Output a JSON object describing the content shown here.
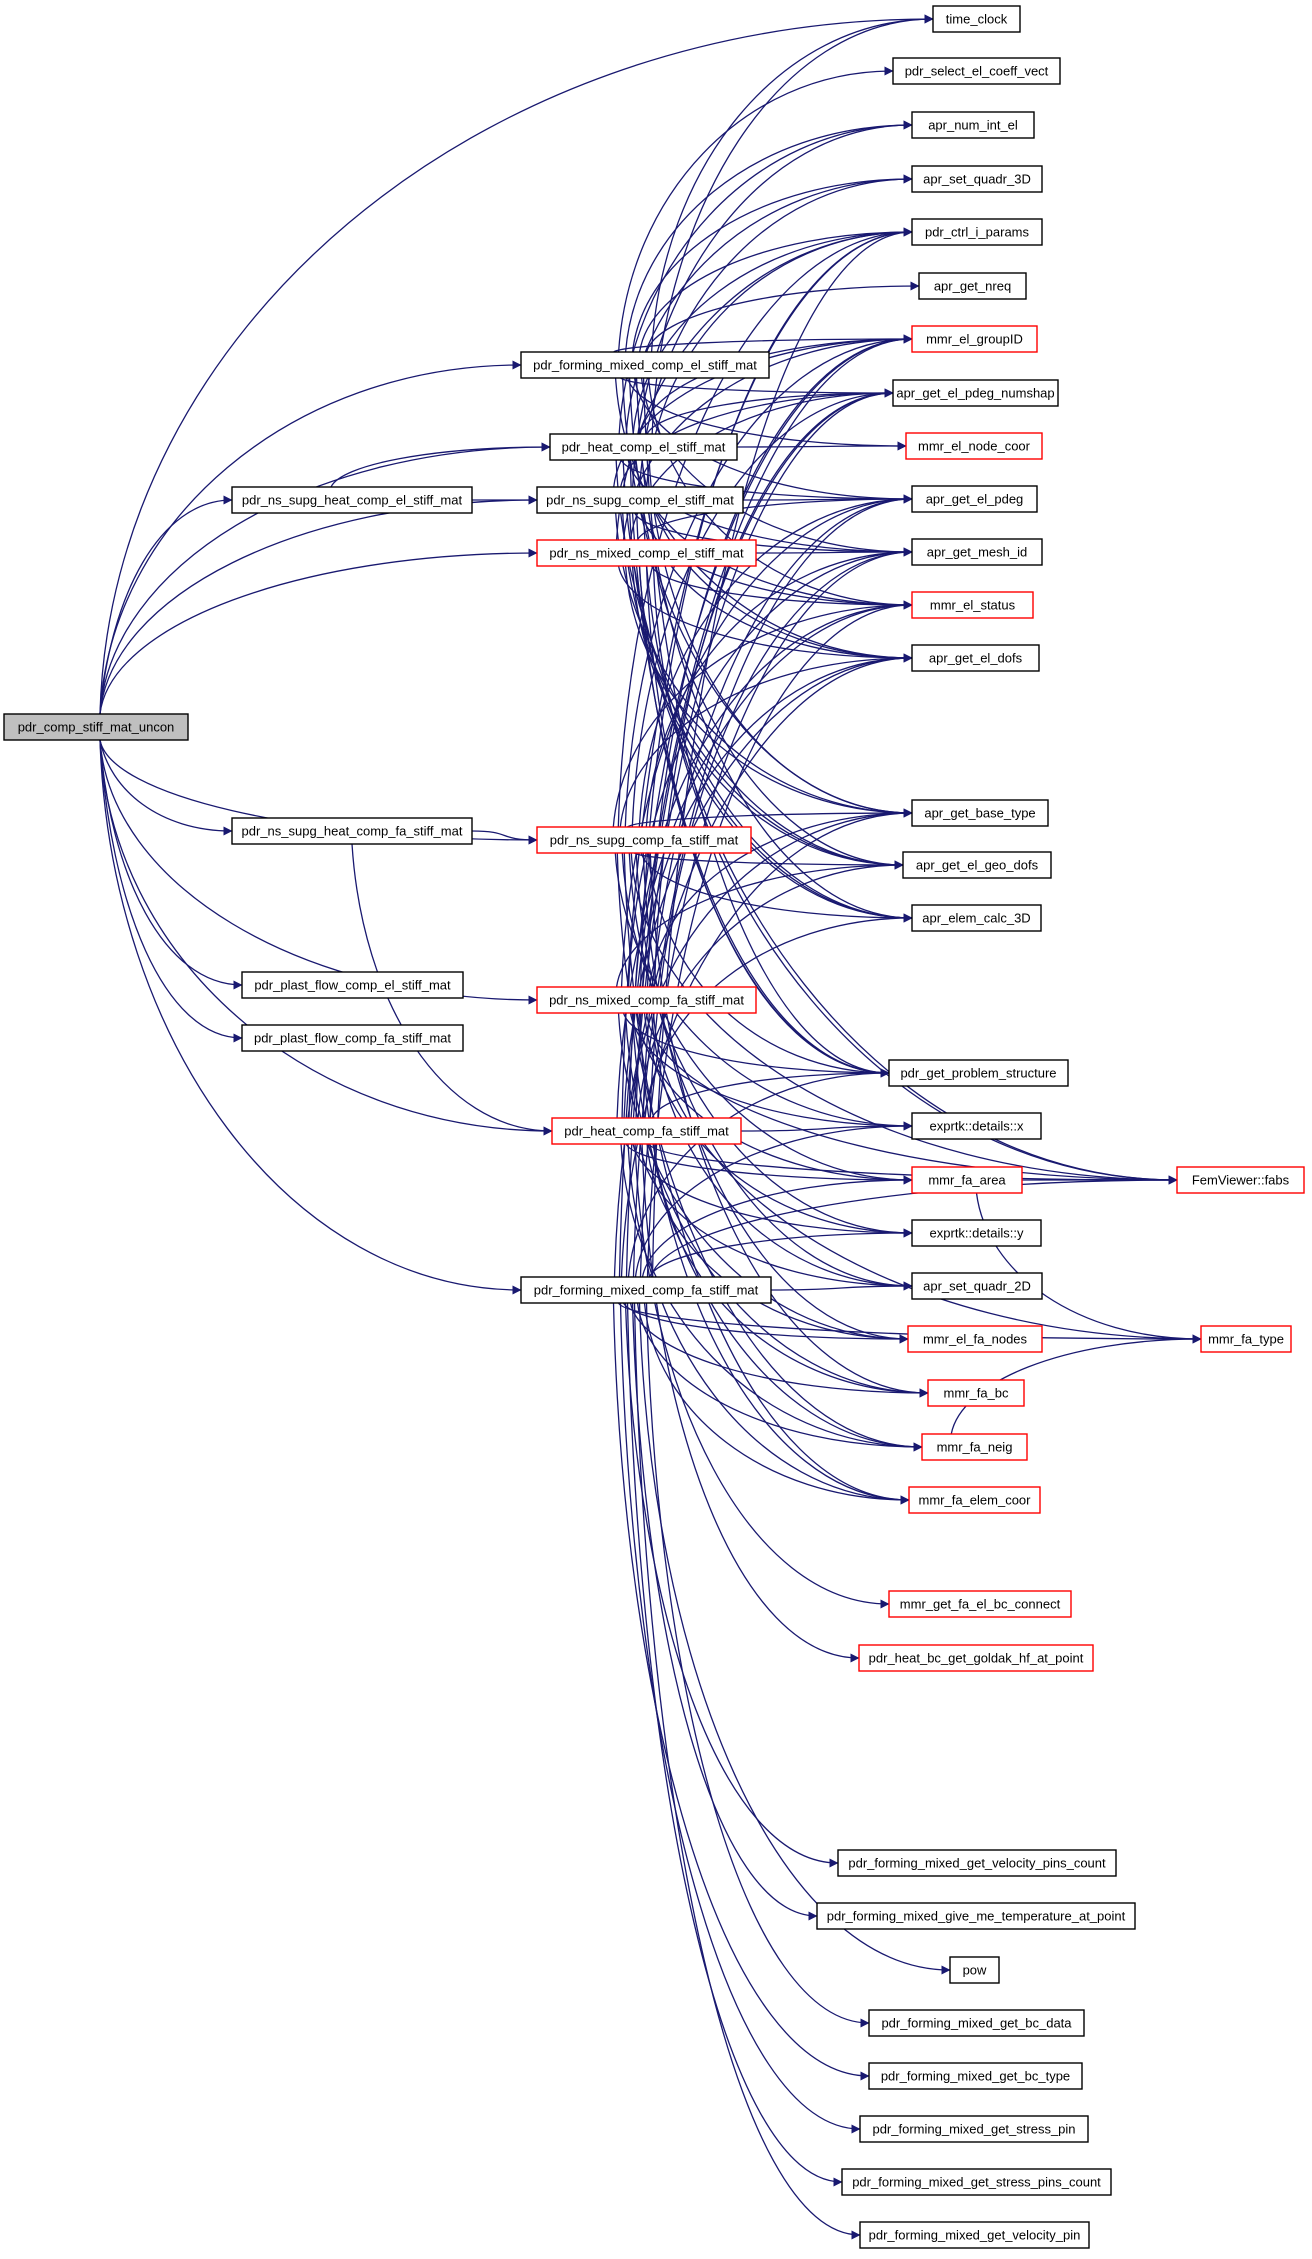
{
  "graph": {
    "edge_color": "#191970",
    "root_fill": "#bfbfbf",
    "link_border_color": "#000000",
    "truncated_border_color": "#ff0000",
    "nodes": [
      {
        "id": "root",
        "label": "pdr_comp_stiff_mat_uncon",
        "kind": "root"
      },
      {
        "id": "forming_el",
        "label": "pdr_forming_mixed_comp_el_stiff_mat",
        "kind": "normal"
      },
      {
        "id": "heat_el",
        "label": "pdr_heat_comp_el_stiff_mat",
        "kind": "normal"
      },
      {
        "id": "ns_supg_heat_el",
        "label": "pdr_ns_supg_heat_comp_el_stiff_mat",
        "kind": "normal"
      },
      {
        "id": "ns_supg_el",
        "label": "pdr_ns_supg_comp_el_stiff_mat",
        "kind": "normal"
      },
      {
        "id": "ns_mixed_el",
        "label": "pdr_ns_mixed_comp_el_stiff_mat",
        "kind": "truncated"
      },
      {
        "id": "ns_supg_heat_fa",
        "label": "pdr_ns_supg_heat_comp_fa_stiff_mat",
        "kind": "normal"
      },
      {
        "id": "ns_supg_fa",
        "label": "pdr_ns_supg_comp_fa_stiff_mat",
        "kind": "truncated"
      },
      {
        "id": "plast_el",
        "label": "pdr_plast_flow_comp_el_stiff_mat",
        "kind": "normal"
      },
      {
        "id": "plast_fa",
        "label": "pdr_plast_flow_comp_fa_stiff_mat",
        "kind": "normal"
      },
      {
        "id": "ns_mixed_fa",
        "label": "pdr_ns_mixed_comp_fa_stiff_mat",
        "kind": "truncated"
      },
      {
        "id": "heat_fa",
        "label": "pdr_heat_comp_fa_stiff_mat",
        "kind": "truncated"
      },
      {
        "id": "forming_fa",
        "label": "pdr_forming_mixed_comp_fa_stiff_mat",
        "kind": "normal"
      },
      {
        "id": "time_clock",
        "label": "time_clock",
        "kind": "normal"
      },
      {
        "id": "select_coeff",
        "label": "pdr_select_el_coeff_vect",
        "kind": "normal"
      },
      {
        "id": "num_int_el",
        "label": "apr_num_int_el",
        "kind": "normal"
      },
      {
        "id": "set_quadr_3d",
        "label": "apr_set_quadr_3D",
        "kind": "normal"
      },
      {
        "id": "ctrl_i_params",
        "label": "pdr_ctrl_i_params",
        "kind": "normal"
      },
      {
        "id": "get_nreq",
        "label": "apr_get_nreq",
        "kind": "normal"
      },
      {
        "id": "el_groupid",
        "label": "mmr_el_groupID",
        "kind": "truncated"
      },
      {
        "id": "pdeg_numshap",
        "label": "apr_get_el_pdeg_numshap",
        "kind": "normal"
      },
      {
        "id": "el_node_coor",
        "label": "mmr_el_node_coor",
        "kind": "truncated"
      },
      {
        "id": "get_el_pdeg",
        "label": "apr_get_el_pdeg",
        "kind": "normal"
      },
      {
        "id": "get_mesh_id",
        "label": "apr_get_mesh_id",
        "kind": "normal"
      },
      {
        "id": "el_status",
        "label": "mmr_el_status",
        "kind": "truncated"
      },
      {
        "id": "get_el_dofs",
        "label": "apr_get_el_dofs",
        "kind": "normal"
      },
      {
        "id": "base_type",
        "label": "apr_get_base_type",
        "kind": "normal"
      },
      {
        "id": "geo_dofs",
        "label": "apr_get_el_geo_dofs",
        "kind": "normal"
      },
      {
        "id": "elem_calc_3d",
        "label": "apr_elem_calc_3D",
        "kind": "normal"
      },
      {
        "id": "problem_structure",
        "label": "pdr_get_problem_structure",
        "kind": "normal"
      },
      {
        "id": "exprtk_x",
        "label": "exprtk::details::x",
        "kind": "normal"
      },
      {
        "id": "fa_area",
        "label": "mmr_fa_area",
        "kind": "truncated"
      },
      {
        "id": "exprtk_y",
        "label": "exprtk::details::y",
        "kind": "normal"
      },
      {
        "id": "set_quadr_2d",
        "label": "apr_set_quadr_2D",
        "kind": "normal"
      },
      {
        "id": "el_fa_nodes",
        "label": "mmr_el_fa_nodes",
        "kind": "truncated"
      },
      {
        "id": "fa_bc",
        "label": "mmr_fa_bc",
        "kind": "truncated"
      },
      {
        "id": "fa_neig",
        "label": "mmr_fa_neig",
        "kind": "truncated"
      },
      {
        "id": "fa_elem_coor",
        "label": "mmr_fa_elem_coor",
        "kind": "truncated"
      },
      {
        "id": "fa_el_bc_connect",
        "label": "mmr_get_fa_el_bc_connect",
        "kind": "truncated"
      },
      {
        "id": "goldak",
        "label": "pdr_heat_bc_get_goldak_hf_at_point",
        "kind": "truncated"
      },
      {
        "id": "fabs",
        "label": "FemViewer::fabs",
        "kind": "truncated"
      },
      {
        "id": "fa_type",
        "label": "mmr_fa_type",
        "kind": "truncated"
      },
      {
        "id": "vel_pins_count",
        "label": "pdr_forming_mixed_get_velocity_pins_count",
        "kind": "normal"
      },
      {
        "id": "temperature",
        "label": "pdr_forming_mixed_give_me_temperature_at_point",
        "kind": "normal"
      },
      {
        "id": "pow",
        "label": "pow",
        "kind": "normal"
      },
      {
        "id": "bc_data",
        "label": "pdr_forming_mixed_get_bc_data",
        "kind": "normal"
      },
      {
        "id": "bc_type",
        "label": "pdr_forming_mixed_get_bc_type",
        "kind": "normal"
      },
      {
        "id": "stress_pin",
        "label": "pdr_forming_mixed_get_stress_pin",
        "kind": "normal"
      },
      {
        "id": "stress_pins_count",
        "label": "pdr_forming_mixed_get_stress_pins_count",
        "kind": "normal"
      },
      {
        "id": "velocity_pin",
        "label": "pdr_forming_mixed_get_velocity_pin",
        "kind": "normal"
      }
    ],
    "edges": [
      [
        "root",
        "time_clock"
      ],
      [
        "root",
        "forming_el"
      ],
      [
        "root",
        "heat_el"
      ],
      [
        "root",
        "ns_supg_heat_el"
      ],
      [
        "root",
        "ns_supg_el"
      ],
      [
        "root",
        "ns_mixed_el"
      ],
      [
        "root",
        "ns_supg_heat_fa"
      ],
      [
        "root",
        "ns_supg_fa"
      ],
      [
        "root",
        "ns_mixed_fa"
      ],
      [
        "root",
        "heat_fa"
      ],
      [
        "root",
        "plast_el"
      ],
      [
        "root",
        "plast_fa"
      ],
      [
        "root",
        "forming_fa"
      ],
      [
        "ns_supg_heat_el",
        "heat_el"
      ],
      [
        "ns_supg_heat_el",
        "ns_supg_el"
      ],
      [
        "ns_supg_heat_fa",
        "ns_supg_fa"
      ],
      [
        "ns_supg_heat_fa",
        "heat_fa"
      ],
      [
        "forming_el",
        "time_clock"
      ],
      [
        "forming_el",
        "select_coeff"
      ],
      [
        "forming_el",
        "num_int_el"
      ],
      [
        "forming_el",
        "set_quadr_3d"
      ],
      [
        "forming_el",
        "ctrl_i_params"
      ],
      [
        "forming_el",
        "get_nreq"
      ],
      [
        "forming_el",
        "el_groupid"
      ],
      [
        "forming_el",
        "pdeg_numshap"
      ],
      [
        "forming_el",
        "el_node_coor"
      ],
      [
        "forming_el",
        "get_el_pdeg"
      ],
      [
        "forming_el",
        "get_mesh_id"
      ],
      [
        "forming_el",
        "el_status"
      ],
      [
        "forming_el",
        "get_el_dofs"
      ],
      [
        "forming_el",
        "base_type"
      ],
      [
        "forming_el",
        "geo_dofs"
      ],
      [
        "forming_el",
        "elem_calc_3d"
      ],
      [
        "forming_el",
        "problem_structure"
      ],
      [
        "heat_el",
        "time_clock"
      ],
      [
        "heat_el",
        "num_int_el"
      ],
      [
        "heat_el",
        "set_quadr_3d"
      ],
      [
        "heat_el",
        "ctrl_i_params"
      ],
      [
        "heat_el",
        "el_groupid"
      ],
      [
        "heat_el",
        "pdeg_numshap"
      ],
      [
        "heat_el",
        "el_node_coor"
      ],
      [
        "heat_el",
        "get_el_pdeg"
      ],
      [
        "heat_el",
        "get_mesh_id"
      ],
      [
        "heat_el",
        "el_status"
      ],
      [
        "heat_el",
        "get_el_dofs"
      ],
      [
        "heat_el",
        "base_type"
      ],
      [
        "heat_el",
        "geo_dofs"
      ],
      [
        "heat_el",
        "elem_calc_3d"
      ],
      [
        "heat_el",
        "problem_structure"
      ],
      [
        "ns_supg_el",
        "num_int_el"
      ],
      [
        "ns_supg_el",
        "set_quadr_3d"
      ],
      [
        "ns_supg_el",
        "ctrl_i_params"
      ],
      [
        "ns_supg_el",
        "el_groupid"
      ],
      [
        "ns_supg_el",
        "pdeg_numshap"
      ],
      [
        "ns_supg_el",
        "get_el_pdeg"
      ],
      [
        "ns_supg_el",
        "get_mesh_id"
      ],
      [
        "ns_supg_el",
        "el_status"
      ],
      [
        "ns_supg_el",
        "get_el_dofs"
      ],
      [
        "ns_supg_el",
        "base_type"
      ],
      [
        "ns_supg_el",
        "geo_dofs"
      ],
      [
        "ns_supg_el",
        "elem_calc_3d"
      ],
      [
        "ns_supg_el",
        "problem_structure"
      ],
      [
        "ns_supg_el",
        "fabs"
      ],
      [
        "ns_mixed_el",
        "ctrl_i_params"
      ],
      [
        "ns_mixed_el",
        "el_groupid"
      ],
      [
        "ns_mixed_el",
        "pdeg_numshap"
      ],
      [
        "ns_mixed_el",
        "get_el_pdeg"
      ],
      [
        "ns_mixed_el",
        "get_mesh_id"
      ],
      [
        "ns_mixed_el",
        "el_status"
      ],
      [
        "ns_mixed_el",
        "get_el_dofs"
      ],
      [
        "ns_mixed_el",
        "base_type"
      ],
      [
        "ns_mixed_el",
        "geo_dofs"
      ],
      [
        "ns_mixed_el",
        "elem_calc_3d"
      ],
      [
        "ns_mixed_el",
        "problem_structure"
      ],
      [
        "ns_mixed_el",
        "fabs"
      ],
      [
        "ns_supg_fa",
        "ctrl_i_params"
      ],
      [
        "ns_supg_fa",
        "el_groupid"
      ],
      [
        "ns_supg_fa",
        "pdeg_numshap"
      ],
      [
        "ns_supg_fa",
        "get_el_pdeg"
      ],
      [
        "ns_supg_fa",
        "get_mesh_id"
      ],
      [
        "ns_supg_fa",
        "el_status"
      ],
      [
        "ns_supg_fa",
        "get_el_dofs"
      ],
      [
        "ns_supg_fa",
        "base_type"
      ],
      [
        "ns_supg_fa",
        "geo_dofs"
      ],
      [
        "ns_supg_fa",
        "elem_calc_3d"
      ],
      [
        "ns_supg_fa",
        "problem_structure"
      ],
      [
        "ns_supg_fa",
        "exprtk_x"
      ],
      [
        "ns_supg_fa",
        "fa_area"
      ],
      [
        "ns_supg_fa",
        "exprtk_y"
      ],
      [
        "ns_supg_fa",
        "set_quadr_2d"
      ],
      [
        "ns_supg_fa",
        "el_fa_nodes"
      ],
      [
        "ns_supg_fa",
        "fa_bc"
      ],
      [
        "ns_supg_fa",
        "fa_neig"
      ],
      [
        "ns_supg_fa",
        "fa_elem_coor"
      ],
      [
        "ns_supg_fa",
        "fabs"
      ],
      [
        "ns_mixed_fa",
        "ctrl_i_params"
      ],
      [
        "ns_mixed_fa",
        "el_groupid"
      ],
      [
        "ns_mixed_fa",
        "pdeg_numshap"
      ],
      [
        "ns_mixed_fa",
        "get_el_pdeg"
      ],
      [
        "ns_mixed_fa",
        "get_mesh_id"
      ],
      [
        "ns_mixed_fa",
        "el_status"
      ],
      [
        "ns_mixed_fa",
        "get_el_dofs"
      ],
      [
        "ns_mixed_fa",
        "base_type"
      ],
      [
        "ns_mixed_fa",
        "geo_dofs"
      ],
      [
        "ns_mixed_fa",
        "problem_structure"
      ],
      [
        "ns_mixed_fa",
        "exprtk_x"
      ],
      [
        "ns_mixed_fa",
        "fa_area"
      ],
      [
        "ns_mixed_fa",
        "exprtk_y"
      ],
      [
        "ns_mixed_fa",
        "set_quadr_2d"
      ],
      [
        "ns_mixed_fa",
        "el_fa_nodes"
      ],
      [
        "ns_mixed_fa",
        "fa_bc"
      ],
      [
        "ns_mixed_fa",
        "fa_neig"
      ],
      [
        "ns_mixed_fa",
        "fa_elem_coor"
      ],
      [
        "ns_mixed_fa",
        "fabs"
      ],
      [
        "ns_mixed_fa",
        "fa_type"
      ],
      [
        "heat_fa",
        "ctrl_i_params"
      ],
      [
        "heat_fa",
        "el_groupid"
      ],
      [
        "heat_fa",
        "pdeg_numshap"
      ],
      [
        "heat_fa",
        "get_el_pdeg"
      ],
      [
        "heat_fa",
        "get_mesh_id"
      ],
      [
        "heat_fa",
        "el_status"
      ],
      [
        "heat_fa",
        "get_el_dofs"
      ],
      [
        "heat_fa",
        "base_type"
      ],
      [
        "heat_fa",
        "geo_dofs"
      ],
      [
        "heat_fa",
        "elem_calc_3d"
      ],
      [
        "heat_fa",
        "problem_structure"
      ],
      [
        "heat_fa",
        "exprtk_x"
      ],
      [
        "heat_fa",
        "fa_area"
      ],
      [
        "heat_fa",
        "exprtk_y"
      ],
      [
        "heat_fa",
        "set_quadr_2d"
      ],
      [
        "heat_fa",
        "el_fa_nodes"
      ],
      [
        "heat_fa",
        "fa_bc"
      ],
      [
        "heat_fa",
        "fa_neig"
      ],
      [
        "heat_fa",
        "fa_elem_coor"
      ],
      [
        "heat_fa",
        "fa_el_bc_connect"
      ],
      [
        "heat_fa",
        "goldak"
      ],
      [
        "heat_fa",
        "fabs"
      ],
      [
        "forming_fa",
        "ctrl_i_params"
      ],
      [
        "forming_fa",
        "el_groupid"
      ],
      [
        "forming_fa",
        "pdeg_numshap"
      ],
      [
        "forming_fa",
        "get_el_pdeg"
      ],
      [
        "forming_fa",
        "get_mesh_id"
      ],
      [
        "forming_fa",
        "el_status"
      ],
      [
        "forming_fa",
        "get_el_dofs"
      ],
      [
        "forming_fa",
        "base_type"
      ],
      [
        "forming_fa",
        "problem_structure"
      ],
      [
        "forming_fa",
        "exprtk_x"
      ],
      [
        "forming_fa",
        "fa_area"
      ],
      [
        "forming_fa",
        "exprtk_y"
      ],
      [
        "forming_fa",
        "set_quadr_2d"
      ],
      [
        "forming_fa",
        "el_fa_nodes"
      ],
      [
        "forming_fa",
        "fa_bc"
      ],
      [
        "forming_fa",
        "fa_neig"
      ],
      [
        "forming_fa",
        "fa_elem_coor"
      ],
      [
        "forming_fa",
        "fabs"
      ],
      [
        "forming_fa",
        "fa_type"
      ],
      [
        "forming_fa",
        "vel_pins_count"
      ],
      [
        "forming_fa",
        "temperature"
      ],
      [
        "forming_fa",
        "pow"
      ],
      [
        "forming_fa",
        "bc_data"
      ],
      [
        "forming_fa",
        "bc_type"
      ],
      [
        "forming_fa",
        "stress_pin"
      ],
      [
        "forming_fa",
        "stress_pins_count"
      ],
      [
        "forming_fa",
        "velocity_pin"
      ],
      [
        "fa_area",
        "fabs"
      ],
      [
        "fa_area",
        "fa_type"
      ],
      [
        "fa_neig",
        "fa_type"
      ]
    ]
  }
}
